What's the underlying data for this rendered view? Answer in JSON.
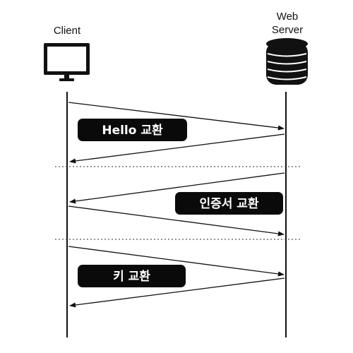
{
  "participants": {
    "client": {
      "label": "Client"
    },
    "server": {
      "line1": "Web",
      "line2": "Server"
    }
  },
  "phases": [
    {
      "label": "Hello 교환"
    },
    {
      "label": "인증서 교환"
    },
    {
      "label": "키 교환"
    }
  ],
  "colors": {
    "ink": "#111111",
    "pill": "#0a0a0a",
    "pill_text": "#ffffff",
    "divider": "#555555"
  }
}
